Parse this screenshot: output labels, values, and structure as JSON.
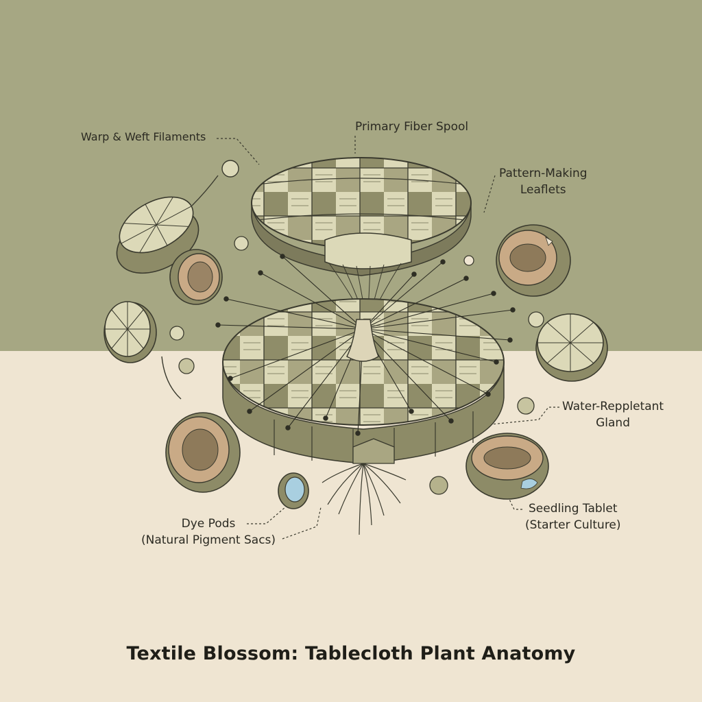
{
  "title": "Textile Blossom: Tablecloth Plant Anatomy",
  "labels": {
    "warp_weft": "Warp & Weft Filaments",
    "primary_fiber_spool": "Primary Fiber Spool",
    "pattern_making_leaflets": [
      "Pattern-Making",
      "Leaflets"
    ],
    "water_repellent_gland": [
      "Water-Reppletant",
      "Gland"
    ],
    "dye_pods": [
      "Dye Pods",
      "(Natural Pigment Sacs)"
    ],
    "seedling_tablet": [
      "Seedling Tablet",
      "(Starter Culture)"
    ]
  },
  "colors": {
    "background_top": "#a6a783",
    "background_bottom": "#efe5d2",
    "tile_light": "#d9d6b4",
    "tile_mid": "#b5b28c",
    "tile_dark": "#8d8b67",
    "outline": "#3a3a2e",
    "pod_flesh": "#c9aa86",
    "pigment_blue": "#a9cfe0"
  }
}
